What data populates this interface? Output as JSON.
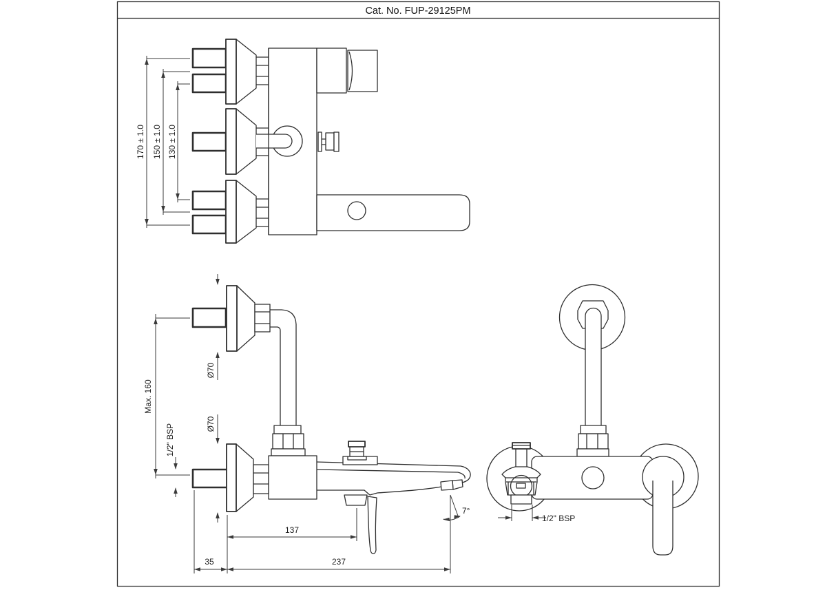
{
  "title": "Cat. No. FUP-29125PM",
  "views": {
    "top": {
      "label": "top-view",
      "dims": {
        "d170": "170 ± 1.0",
        "d150": "150 ± 1.0",
        "d130": "130 ± 1.0"
      }
    },
    "front": {
      "label": "front-view",
      "dims": {
        "max160": "Max. 160",
        "dia70_upper": "Ø70",
        "dia70_lower": "Ø70",
        "bsp": "1/2\" BSP",
        "d137": "137",
        "d35": "35",
        "d237": "237",
        "angle": "7°"
      }
    },
    "side": {
      "label": "side-view",
      "dims": {
        "bsp": "1/2\" BSP"
      }
    }
  },
  "colors": {
    "line": "#2e2e2e",
    "dim": "#3a3a3a",
    "bg": "#ffffff"
  }
}
